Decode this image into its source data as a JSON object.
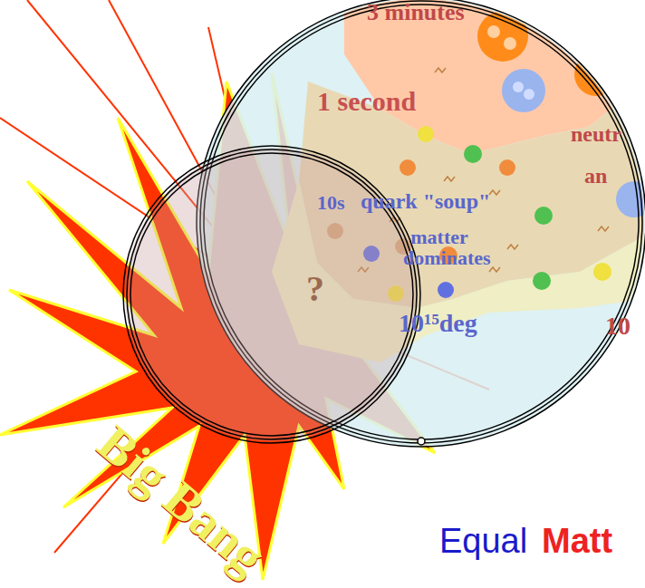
{
  "diagram": {
    "labels": [
      "3 minutes",
      "1 second",
      "10s",
      "quark \"soup\"",
      "matter dominates",
      "10¹⁵deg",
      "?",
      "neutr",
      "an",
      "10",
      "Big Bang",
      "Equal",
      "Matt"
    ]
  }
}
